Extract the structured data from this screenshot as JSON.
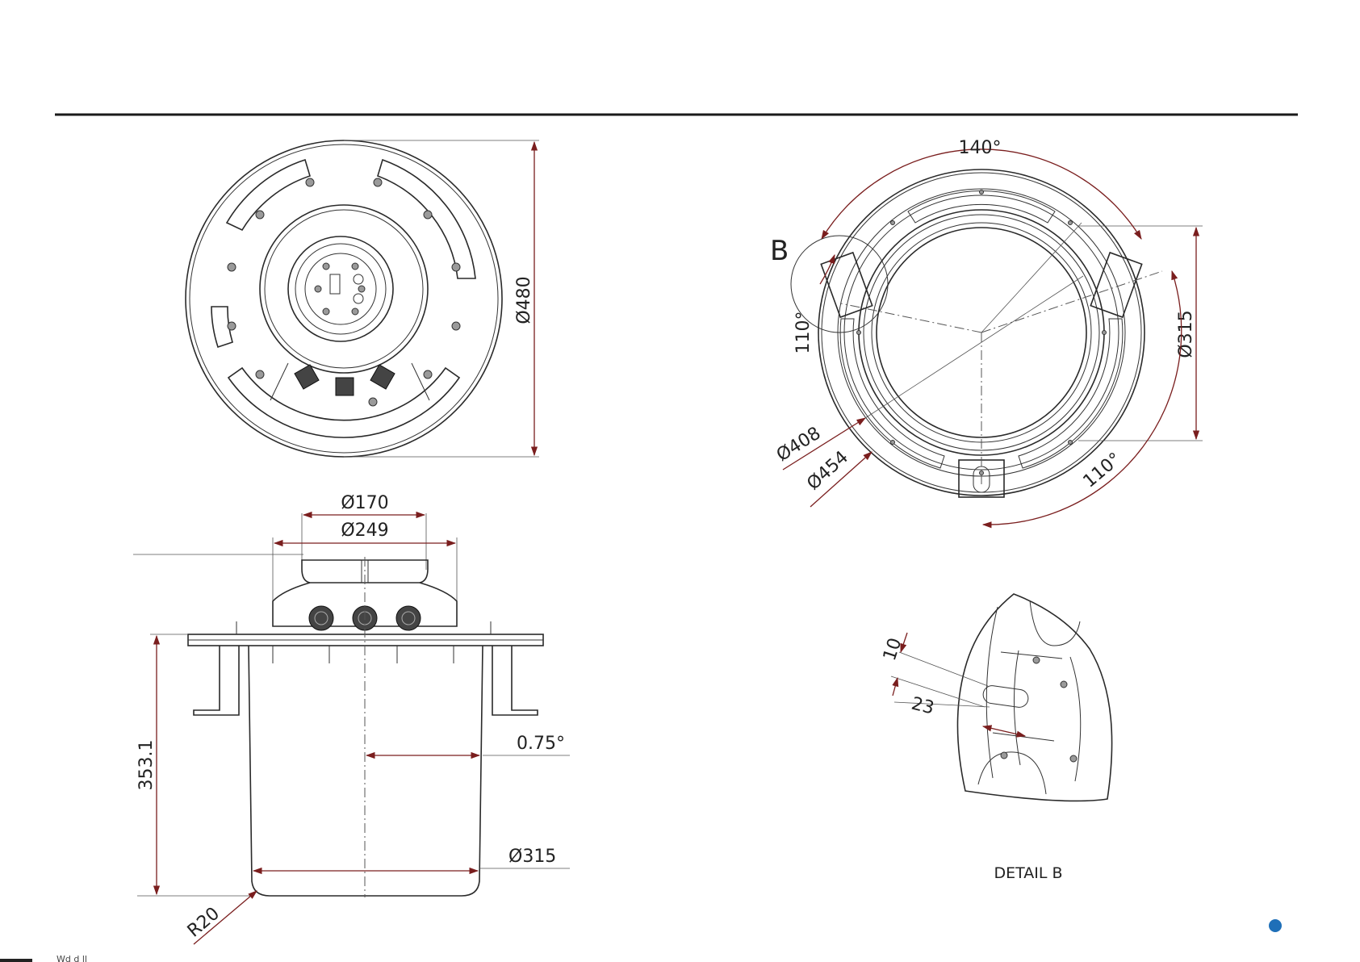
{
  "colors": {
    "rule": "#1a1a1a",
    "dimension": "#7a1e1e",
    "accent_dot": "#1e6fb8"
  },
  "top_view": {
    "dia_outer": "Ø480"
  },
  "side_view": {
    "dia_top": "Ø170",
    "dia_body": "Ø249",
    "taper": "0.75°",
    "height": "353.1",
    "dia_base": "Ø315",
    "radius": "R20"
  },
  "bottom_view": {
    "angle_top": "140°",
    "angle_left": "110°",
    "angle_right": "110°",
    "dia_inner": "Ø315",
    "dia_bolt": "Ø408",
    "dia_outer": "Ø454",
    "detail_marker": "B"
  },
  "detail": {
    "slot_width": "10",
    "slot_length": "23",
    "caption": "DETAIL B"
  },
  "footer": {
    "text": "Wd d  ll"
  }
}
